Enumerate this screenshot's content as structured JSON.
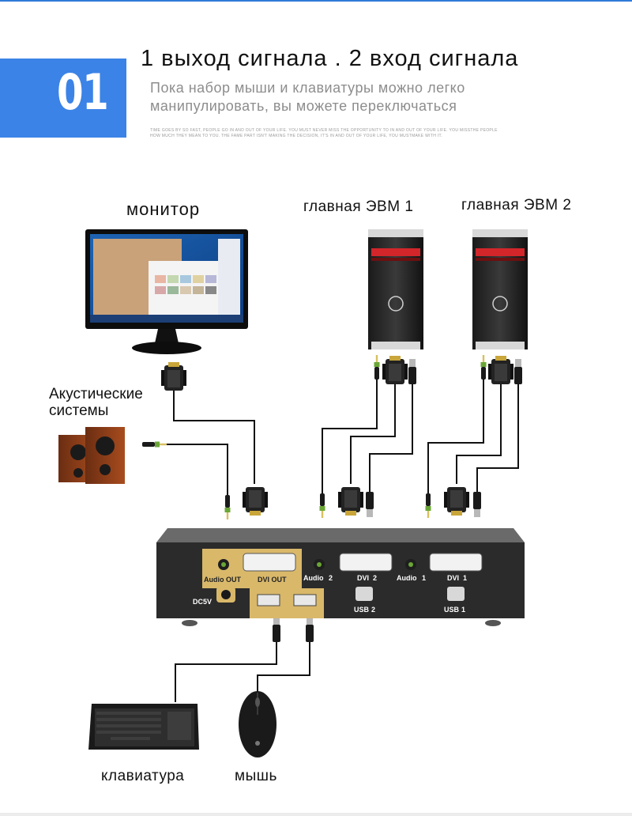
{
  "header": {
    "badge_number": "01",
    "title": "1 выход сигнала . 2 вход сигнала",
    "subtitle_line1": "Пока набор мыши и клавиатуры можно легко",
    "subtitle_line2": "манипулировать, вы можете переключаться",
    "fine_print": "TIME GOES BY SO FAST, PEOPLE GO IN AND OUT OF YOUR LIFE. YOU MUST NEVER MISS THE OPPORTUNITY TO IN AND OUT OF YOUR LIFE. YOU MISSTHE PEOPLE HOW MUCH THEY MEAN TO YOU. THE FAME PART ISN'T MAKING THE DECISION, IT'S IN AND OUT OF YOUR LIFE, YOU MUSTMAKE WITH IT."
  },
  "labels": {
    "monitor": "монитор",
    "host1": "главная ЭВМ 1",
    "host2": "главная ЭВМ 2",
    "speakers": "Акустические системы",
    "keyboard": "клавиатура",
    "mouse": "мышь"
  },
  "kvm_ports": {
    "audio_out": "Audio OUT",
    "dvi_out": "DVI OUT",
    "audio2": "Audio",
    "dvi2": "DVI",
    "usb2": "USB",
    "audio1": "Audio",
    "dvi1": "DVI",
    "usb1": "USB",
    "power": "DC5V",
    "num1": "1",
    "num2": "2"
  },
  "colors": {
    "accent": "#3b83e6",
    "kvm_panel": "#d9b86a",
    "kvm_body": "#2b2b2b",
    "cable": "#111111",
    "audio_plug": "#6aa636",
    "pc_stripe": "#d2262b"
  },
  "icons": [
    "monitor-icon",
    "pc-tower-icon",
    "speakers-icon",
    "keyboard-icon",
    "mouse-icon",
    "dvi-plug-icon",
    "usb-plug-icon",
    "audio-plug-icon"
  ]
}
